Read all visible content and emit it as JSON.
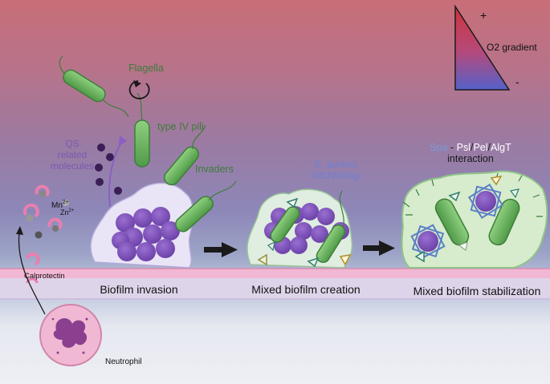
{
  "gradient_legend": {
    "plus": "+",
    "label": "O2 gradient",
    "minus": "-"
  },
  "labels": {
    "flagella": "Flagella",
    "type_iv_pili": "type IV pili",
    "qs_line1": "QS",
    "qs_line2": "related",
    "qs_line3": "molecules",
    "invaders": "Invaders",
    "hitch_line1": "S. aureus",
    "hitch_line2": "hitchhiking",
    "mn": "Mn",
    "mn_sup": "2+",
    "zn": "Zn",
    "zn_sup": "2+",
    "calprotectin": "Calprotectin",
    "neutrophil": "Neutrophil"
  },
  "interaction": {
    "spa": "Spa",
    "dash": " - ",
    "psl": "Psl",
    "slash1": "/",
    "pel": "Pel",
    "slash2": "/",
    "algt": "AlgT",
    "line2": "interaction"
  },
  "stages": [
    "Biofilm invasion",
    "Mixed biofilm creation",
    "Mixed biofilm stabilization"
  ],
  "colors": {
    "bacteria_green": "#5fae55",
    "dark_green": "#3e7d3a",
    "biofilm_purple": "#7a4fb3",
    "qs_dark": "#3a1e55",
    "text_green": "#3f7a3a",
    "text_purple": "#7a5ab0",
    "spa_blue": "#5b7fc6"
  }
}
